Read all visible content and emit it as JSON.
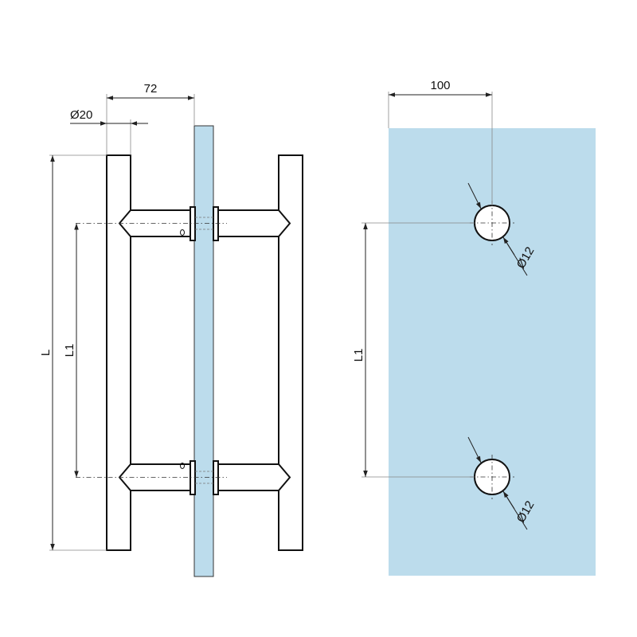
{
  "colors": {
    "glass": "#bcdcec",
    "line": "#111111",
    "background": "#ffffff"
  },
  "left_view": {
    "dim_spacing": "72",
    "dim_tube_diameter": "Ø20",
    "dim_length": "L",
    "dim_center_distance": "L1"
  },
  "right_view": {
    "dim_edge_offset": "100",
    "dim_center_distance": "L1",
    "hole_top_diameter": "Ø12",
    "hole_bottom_diameter": "Ø12"
  }
}
